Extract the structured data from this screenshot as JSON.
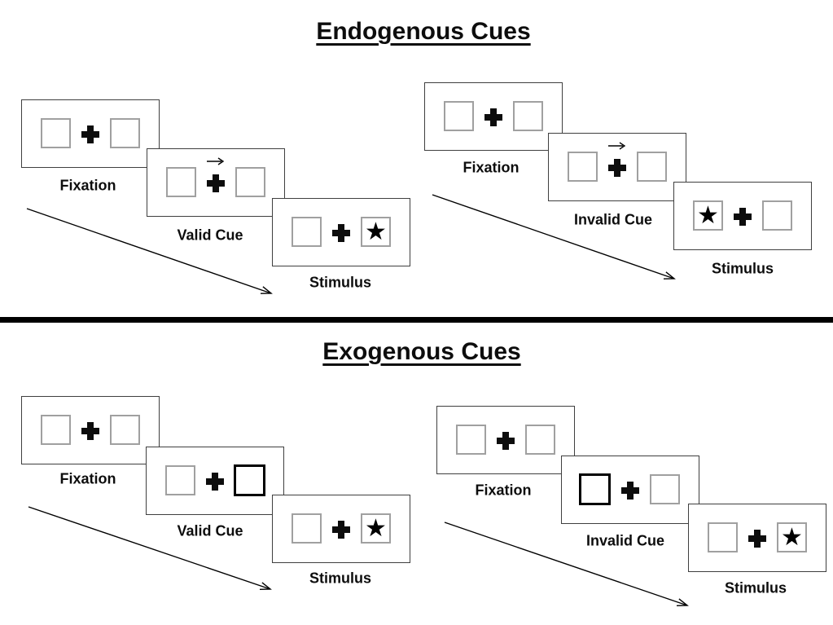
{
  "sections": [
    {
      "title": "Endogenous Cues",
      "groups": [
        {
          "name": "endogenous-valid",
          "panels": [
            {
              "label": "Fixation",
              "type": "fixation"
            },
            {
              "label": "Valid Cue",
              "type": "cue",
              "cue_style": "central-arrow-right"
            },
            {
              "label": "Stimulus",
              "type": "stimulus",
              "star_side": "right"
            }
          ]
        },
        {
          "name": "endogenous-invalid",
          "panels": [
            {
              "label": "Fixation",
              "type": "fixation"
            },
            {
              "label": "Invalid Cue",
              "type": "cue",
              "cue_style": "central-arrow-right"
            },
            {
              "label": "Stimulus",
              "type": "stimulus",
              "star_side": "left"
            }
          ]
        }
      ]
    },
    {
      "title": "Exogenous Cues",
      "groups": [
        {
          "name": "exogenous-valid",
          "panels": [
            {
              "label": "Fixation",
              "type": "fixation"
            },
            {
              "label": "Valid Cue",
              "type": "cue",
              "cue_style": "peripheral-thick-box-right"
            },
            {
              "label": "Stimulus",
              "type": "stimulus",
              "star_side": "right"
            }
          ]
        },
        {
          "name": "exogenous-invalid",
          "panels": [
            {
              "label": "Fixation",
              "type": "fixation"
            },
            {
              "label": "Invalid Cue",
              "type": "cue",
              "cue_style": "peripheral-thick-box-left"
            },
            {
              "label": "Stimulus",
              "type": "stimulus",
              "star_side": "right"
            }
          ]
        }
      ]
    }
  ],
  "symbols": {
    "star": "★"
  },
  "colors": {
    "ink": "#0d0d0d",
    "panel_border": "#3f3f3f",
    "square_border": "#a0a0a0",
    "divider": "#000000",
    "background": "#ffffff"
  }
}
